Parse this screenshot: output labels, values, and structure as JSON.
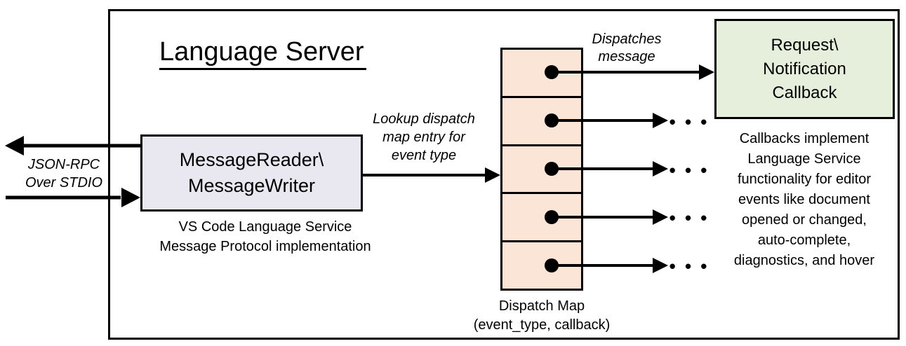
{
  "title": "Language Server",
  "io_label": {
    "line1": "JSON-RPC",
    "line2": "Over STDIO"
  },
  "message_box": {
    "line1": "MessageReader\\",
    "line2": "MessageWriter",
    "caption1": "VS Code Language Service",
    "caption2": "Message Protocol implementation"
  },
  "lookup_label": {
    "line1": "Lookup dispatch",
    "line2": "map entry for",
    "line3": "event type"
  },
  "dispatches_label": {
    "line1": "Dispatches",
    "line2": "message"
  },
  "callback_box": {
    "line1": "Request\\",
    "line2": "Notification",
    "line3": "Callback"
  },
  "dispatch_map": {
    "caption1": "Dispatch Map",
    "caption2": "(event_type, callback)"
  },
  "callbacks_note": {
    "line1": "Callbacks implement",
    "line2": "Language Service",
    "line3": "functionality for editor",
    "line4": "events like document",
    "line5": "opened or changed,",
    "line6": "auto-complete,",
    "line7": "diagnostics, and hover"
  },
  "ellipsis": "• • •",
  "colors": {
    "message_box_fill": "#E9E8F1",
    "dispatch_cell_fill": "#FBE5D6",
    "callback_box_fill": "#E6EFDC",
    "stroke": "#000000"
  }
}
